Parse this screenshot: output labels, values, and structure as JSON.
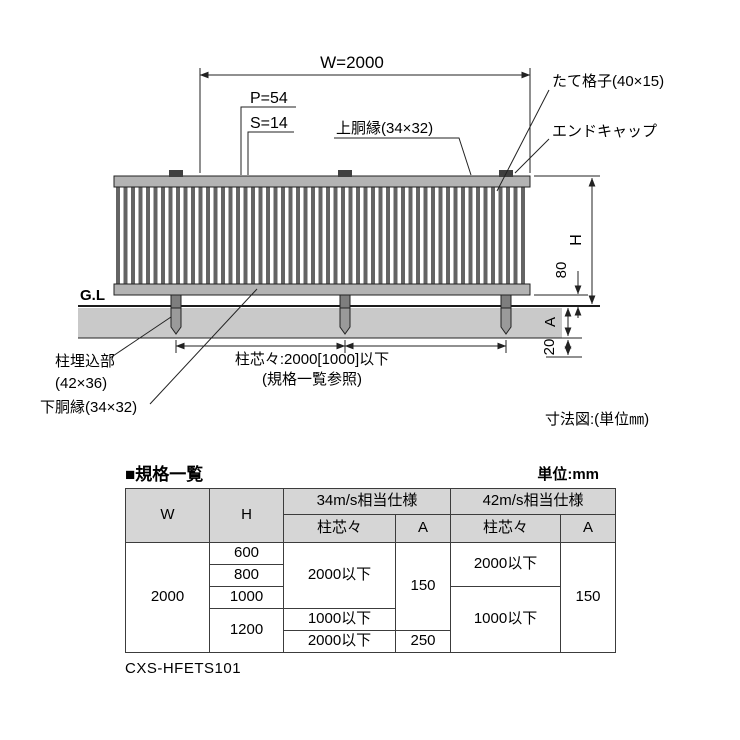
{
  "diagram": {
    "dims": {
      "w": "W=2000",
      "p": "P=54",
      "s": "S=14",
      "h": "H",
      "gap_bottom": "80",
      "embed_a": "A",
      "base_20": "20"
    },
    "labels": {
      "vertical_slat": "たて格子(40×15)",
      "top_rail": "上胴縁(34×32)",
      "end_cap": "エンドキャップ",
      "ground_level": "G.L",
      "post_embed_line1": "柱埋込部",
      "post_embed_line2": "(42×36)",
      "post_pitch_line1": "柱芯々:2000[1000]以下",
      "post_pitch_line2": "(規格一覧参照)",
      "bottom_rail": "下胴縁(34×32)",
      "unit_note": "寸法図:(単位㎜)"
    }
  },
  "spec_table": {
    "title": "■規格一覧",
    "unit": "単位:mm",
    "header": {
      "w": "W",
      "h": "H",
      "spec34": "34m/s相当仕様",
      "spec42": "42m/s相当仕様",
      "post_pitch": "柱芯々",
      "a": "A"
    },
    "body": {
      "w": "2000",
      "h_600": "600",
      "h_800": "800",
      "h_1000": "1000",
      "h_1200": "1200",
      "s34_pitch_600_1000": "2000以下",
      "s34_pitch_1200_1": "1000以下",
      "s34_pitch_1200_2": "2000以下",
      "s34_a_150": "150",
      "s34_a_250": "250",
      "s42_pitch_600_800": "2000以下",
      "s42_pitch_1000_1200": "1000以下",
      "s42_a_150": "150"
    },
    "model_code": "CXS-HFETS101"
  }
}
